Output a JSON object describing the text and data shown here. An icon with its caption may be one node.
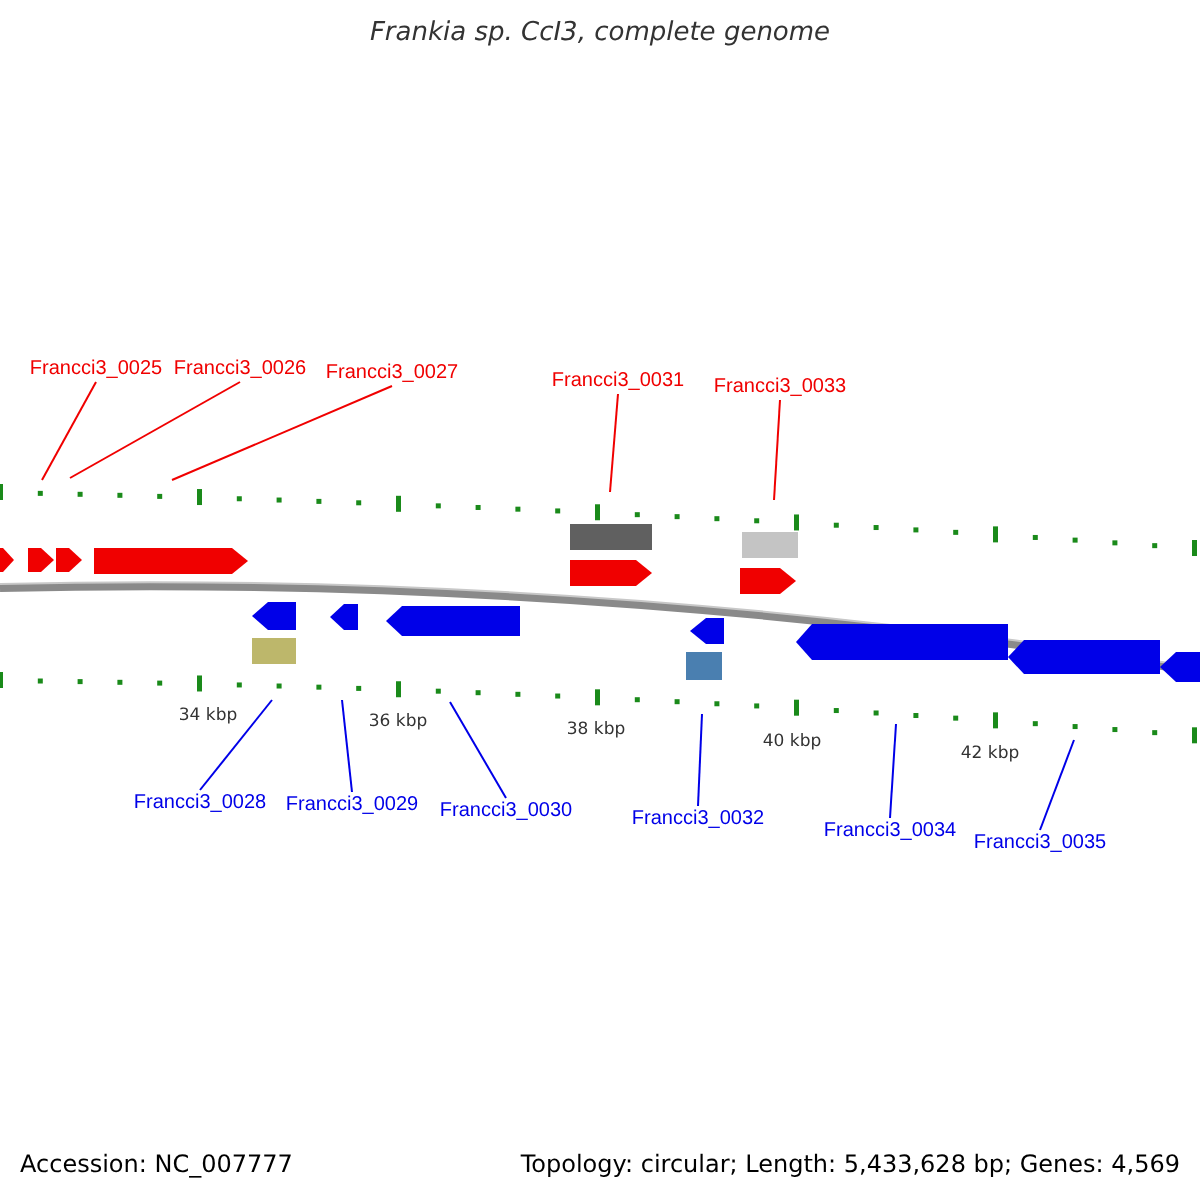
{
  "diagram": {
    "title": "Frankia sp. CcI3, complete genome",
    "nodes": [
      {
        "text": [
          "Francci3_0025"
        ]
      },
      {
        "text": [
          "Francci3_0026"
        ]
      },
      {
        "text": [
          "Francci3_0027"
        ]
      },
      {
        "text": [
          "Francci3_0031"
        ]
      },
      {
        "text": [
          "Francci3_0033"
        ]
      },
      {
        "text": [
          "Francci3_0028"
        ]
      },
      {
        "text": [
          "Francci3_0029"
        ]
      },
      {
        "text": [
          "Francci3_0030"
        ]
      },
      {
        "text": [
          "Francci3_0032"
        ]
      },
      {
        "text": [
          "Francci3_0034"
        ]
      },
      {
        "text": [
          "Francci3_0035"
        ]
      }
    ],
    "edges": [
      {
        "from": 0,
        "to": null,
        "arrow": "none",
        "color": "#f00000"
      },
      {
        "from": 1,
        "to": null,
        "arrow": "none",
        "color": "#f00000"
      },
      {
        "from": 2,
        "to": null,
        "arrow": "none",
        "color": "#f00000"
      },
      {
        "from": 3,
        "to": null,
        "arrow": "none",
        "color": "#f00000"
      },
      {
        "from": 4,
        "to": null,
        "arrow": "none",
        "color": "#f00000"
      },
      {
        "from": 5,
        "to": null,
        "arrow": "none"
      },
      {
        "from": 6,
        "to": null,
        "arrow": "none"
      },
      {
        "from": 7,
        "to": null,
        "arrow": "none"
      },
      {
        "from": 8,
        "to": null,
        "arrow": "none"
      },
      {
        "from": 9,
        "to": null,
        "arrow": "none"
      },
      {
        "from": 10,
        "to": null,
        "arrow": "none"
      }
    ],
    "labels": [
      "34 kbp",
      "36 kbp",
      "38 kbp",
      "40 kbp",
      "42 kbp",
      "Accession: NC_007777",
      "Topology: circular; Length: 5,433,628 bp; Genes: 4,569"
    ]
  }
}
